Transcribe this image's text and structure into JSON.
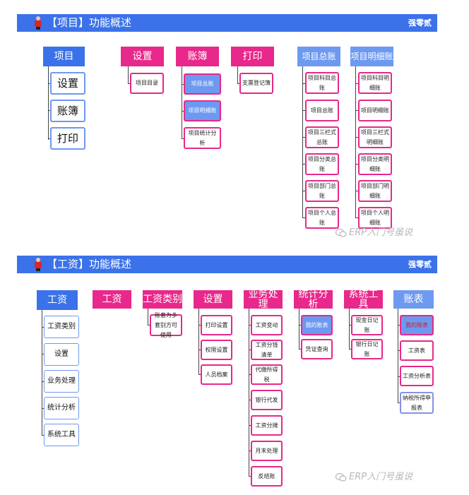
{
  "section1": {
    "title": "【项目】功能概述",
    "author": "强零贰",
    "root": "项目",
    "root_children": [
      "设置",
      "账簿",
      "打印"
    ],
    "groups": [
      {
        "header": "设置",
        "items": [
          "项目目录"
        ]
      },
      {
        "header": "账簿",
        "items": [
          "项目总账",
          "项目明细账",
          "项目统计分析"
        ]
      },
      {
        "header": "打印",
        "items": [
          "支票登记簿"
        ]
      },
      {
        "header": "项目总账",
        "items": [
          "项目科目总账",
          "项目总账",
          "项目三栏式总账",
          "项目分类总账",
          "项目部门总账",
          "项目个人总账"
        ]
      },
      {
        "header": "项目明细账",
        "items": [
          "项目科目明细账",
          "项目明细账",
          "项目三栏式明细账",
          "项目分类明细账",
          "项目部门明细账",
          "项目个人明细账"
        ]
      }
    ],
    "watermark": "ERP入门号虽说"
  },
  "section2": {
    "title": "【工资】功能概述",
    "author": "强零贰",
    "root": "工资",
    "root_children": [
      "工资类别",
      "设置",
      "业务处理",
      "统计分析",
      "系统工具"
    ],
    "groups": [
      {
        "header": "工资",
        "items": []
      },
      {
        "header": "工资类别",
        "items": [
          "账套为多套别方可使用"
        ]
      },
      {
        "header": "设置",
        "items": [
          "打印设置",
          "权限设置",
          "人员档案"
        ]
      },
      {
        "header": "业务处理",
        "items": [
          "工资变动",
          "工资分钱清单",
          "代缴所得税",
          "银行代发",
          "工资分摊",
          "月末处理",
          "反结账"
        ]
      },
      {
        "header": "统计分析",
        "items": [
          "我的账表",
          "凭证查询"
        ]
      },
      {
        "header": "系统工具",
        "items": [
          "现金日记账",
          "银行日记账"
        ]
      },
      {
        "header": "账表",
        "items": [
          "我的账表",
          "工资表",
          "工资分析表",
          "纳税所得申报表"
        ]
      }
    ],
    "watermark": "ERP入门号虽说"
  },
  "colors": {
    "blue": "#3b72e9",
    "pink": "#e8288a",
    "light_blue": "#6d99f0",
    "border_purple": "#8592e6"
  }
}
